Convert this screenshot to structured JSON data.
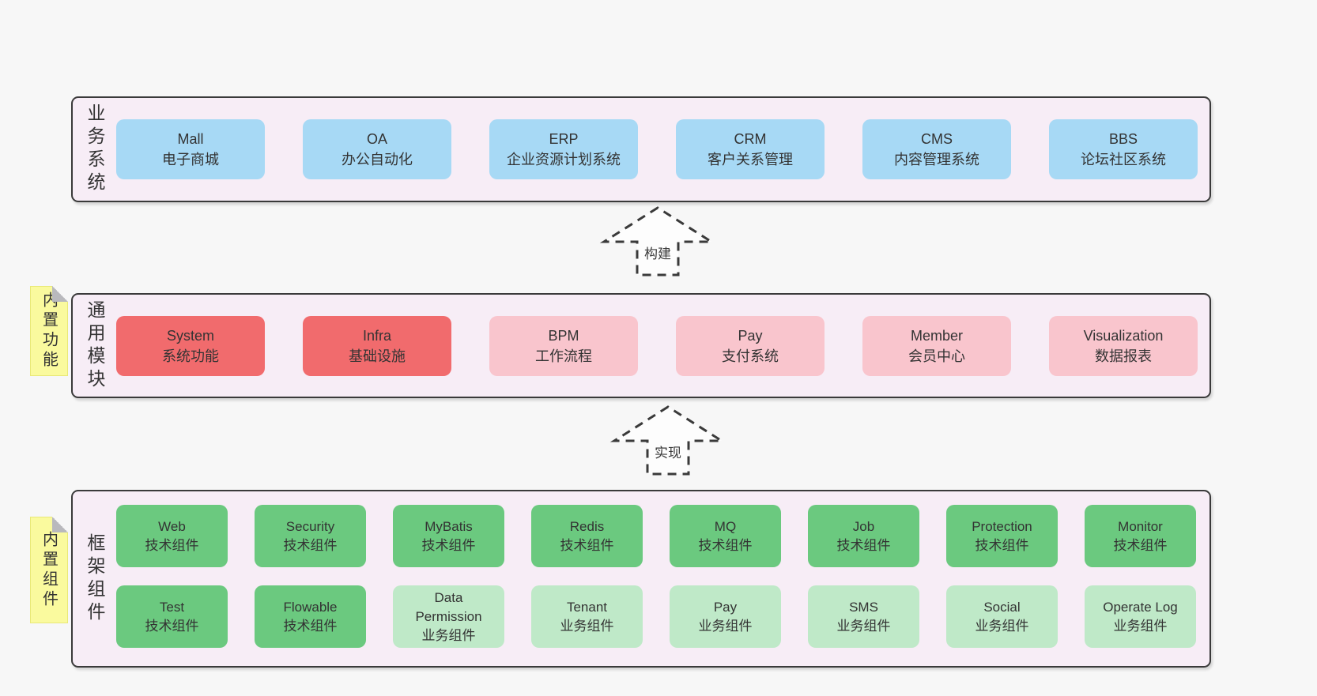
{
  "colors": {
    "background": "#f7f7f7",
    "panel_bg": "#f7edf6",
    "panel_border": "#3a3a3a",
    "blue": "#a7d9f5",
    "red": "#f16b6d",
    "pink": "#f9c5cd",
    "green": "#6bc97f",
    "light_green": "#bfe9c8",
    "note_yellow": "#fafa9e",
    "text": "#333333"
  },
  "layers": [
    {
      "name": "business-systems",
      "vertical_label": "业务系统",
      "boxes": [
        {
          "title": "Mall",
          "subtitle": "电子商城",
          "variant": "blue"
        },
        {
          "title": "OA",
          "subtitle": "办公自动化",
          "variant": "blue"
        },
        {
          "title": "ERP",
          "subtitle": "企业资源计划系统",
          "variant": "blue"
        },
        {
          "title": "CRM",
          "subtitle": "客户关系管理",
          "variant": "blue"
        },
        {
          "title": "CMS",
          "subtitle": "内容管理系统",
          "variant": "blue"
        },
        {
          "title": "BBS",
          "subtitle": "论坛社区系统",
          "variant": "blue"
        }
      ]
    },
    {
      "name": "common-modules",
      "vertical_label": "通用模块",
      "note": "内置功能",
      "boxes": [
        {
          "title": "System",
          "subtitle": "系统功能",
          "variant": "red"
        },
        {
          "title": "Infra",
          "subtitle": "基础设施",
          "variant": "red"
        },
        {
          "title": "BPM",
          "subtitle": "工作流程",
          "variant": "pink"
        },
        {
          "title": "Pay",
          "subtitle": "支付系统",
          "variant": "pink"
        },
        {
          "title": "Member",
          "subtitle": "会员中心",
          "variant": "pink"
        },
        {
          "title": "Visualization",
          "subtitle": "数据报表",
          "variant": "pink"
        }
      ]
    },
    {
      "name": "framework-components",
      "vertical_label": "框架组件",
      "note": "内置组件",
      "rows": [
        [
          {
            "title": "Web",
            "subtitle": "技术组件",
            "variant": "green"
          },
          {
            "title": "Security",
            "subtitle": "技术组件",
            "variant": "green"
          },
          {
            "title": "MyBatis",
            "subtitle": "技术组件",
            "variant": "green"
          },
          {
            "title": "Redis",
            "subtitle": "技术组件",
            "variant": "green"
          },
          {
            "title": "MQ",
            "subtitle": "技术组件",
            "variant": "green"
          },
          {
            "title": "Job",
            "subtitle": "技术组件",
            "variant": "green"
          },
          {
            "title": "Protection",
            "subtitle": "技术组件",
            "variant": "green"
          },
          {
            "title": "Monitor",
            "subtitle": "技术组件",
            "variant": "green"
          }
        ],
        [
          {
            "title": "Test",
            "subtitle": "技术组件",
            "variant": "green"
          },
          {
            "title": "Flowable",
            "subtitle": "技术组件",
            "variant": "green"
          },
          {
            "title": "Data\nPermission",
            "subtitle": "业务组件",
            "variant": "lightgreen"
          },
          {
            "title": "Tenant",
            "subtitle": "业务组件",
            "variant": "lightgreen"
          },
          {
            "title": "Pay",
            "subtitle": "业务组件",
            "variant": "lightgreen"
          },
          {
            "title": "SMS",
            "subtitle": "业务组件",
            "variant": "lightgreen"
          },
          {
            "title": "Social",
            "subtitle": "业务组件",
            "variant": "lightgreen"
          },
          {
            "title": "Operate Log",
            "subtitle": "业务组件",
            "variant": "lightgreen"
          }
        ]
      ]
    }
  ],
  "arrows": [
    {
      "label": "构建"
    },
    {
      "label": "实现"
    }
  ]
}
